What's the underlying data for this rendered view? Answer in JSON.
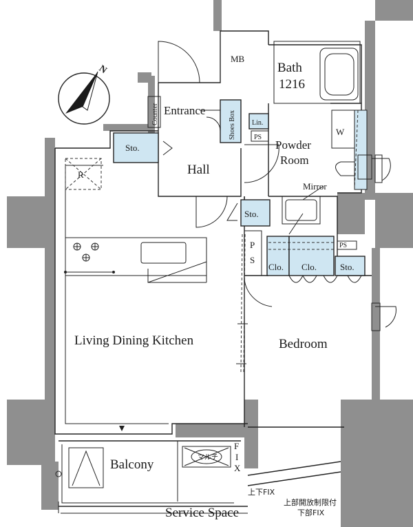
{
  "rooms": {
    "ldk": "Living Dining Kitchen",
    "bedroom": "Bedroom",
    "hall": "Hall",
    "entrance": "Entrance",
    "bath": "Bath",
    "bath_size": "1216",
    "powder": "Powder",
    "room": "Room",
    "balcony": "Balcony",
    "service_space": "Service Space"
  },
  "labels": {
    "mb": "MB",
    "w": "W",
    "r": "R",
    "mirror": "Mirror",
    "sto": "Sto.",
    "clo": "Clo.",
    "lin": "Lin.",
    "ps": "PS",
    "p": "P",
    "s": "S",
    "counter": "Counter",
    "shoes_box": "Shoes Box",
    "fix_f": "F",
    "fix_i": "I",
    "fix_x": "X",
    "north": "N"
  },
  "notes": {
    "line1": "上下FIX",
    "line2": "上部開放制限付",
    "line3": "下部FIX"
  },
  "colors": {
    "storage_fill": "#cfe6f2",
    "wall_fill": "#8f8f8f"
  }
}
